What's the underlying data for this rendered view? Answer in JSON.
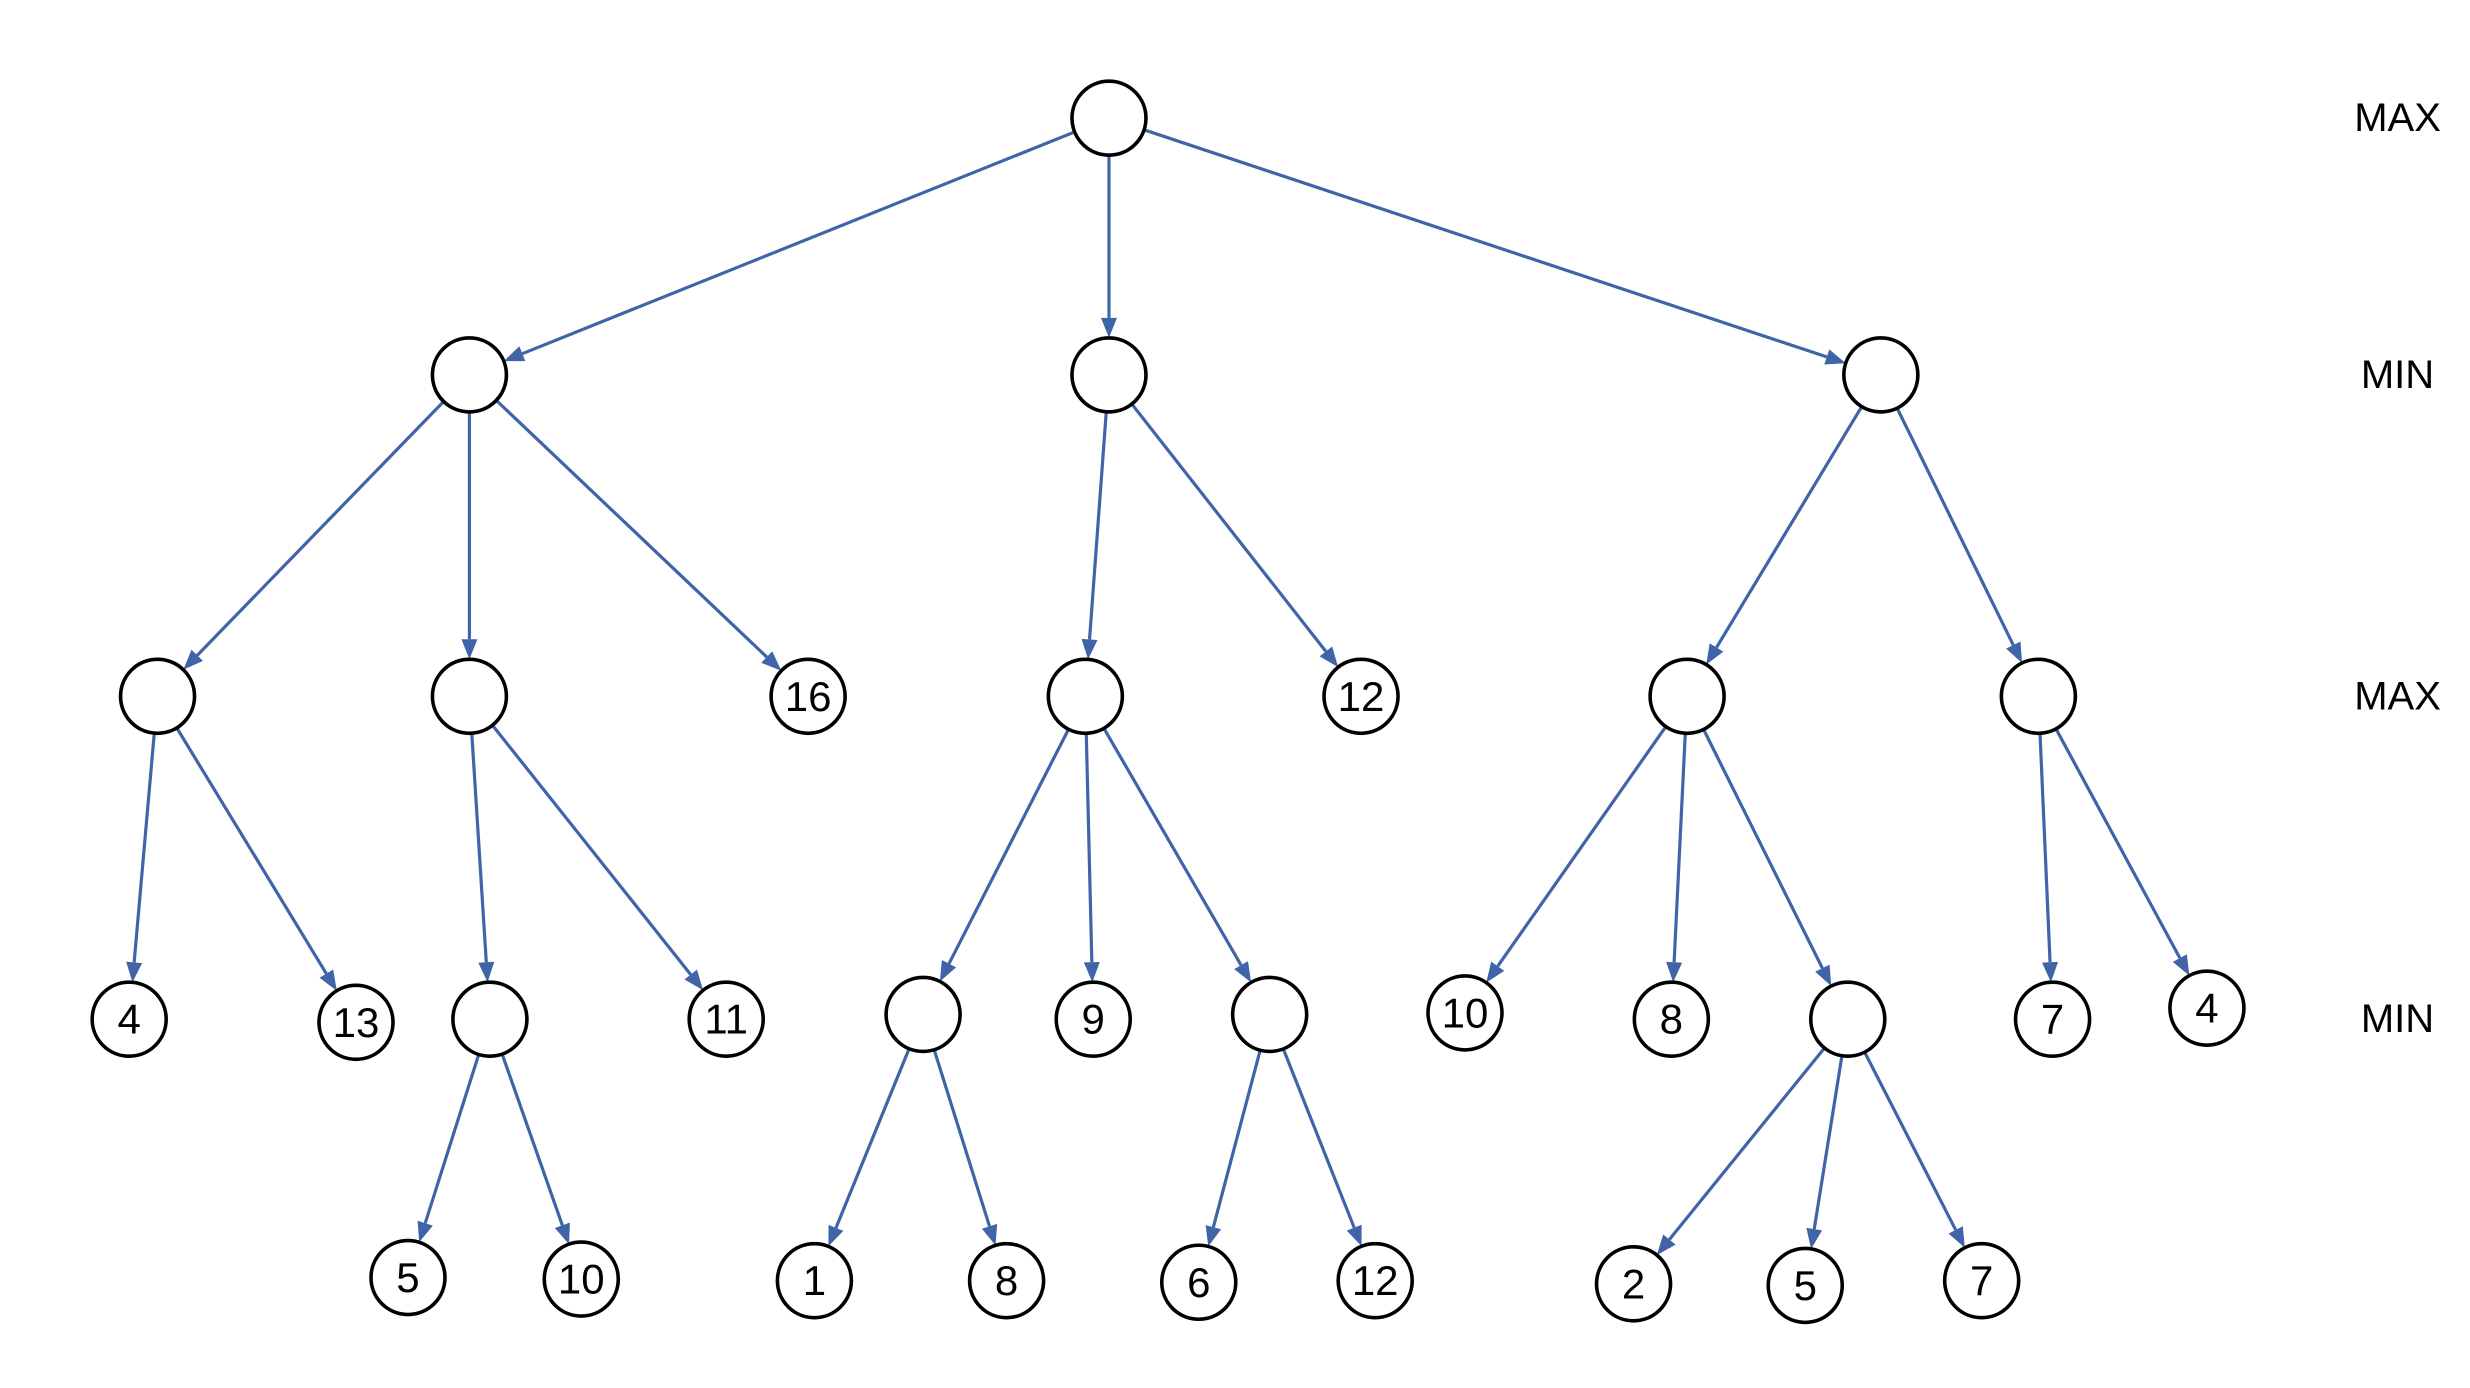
{
  "levels": [
    "MAX",
    "MIN",
    "MAX",
    "MIN"
  ],
  "nodes": [
    {
      "id": "root",
      "value": ""
    },
    {
      "id": "a",
      "value": ""
    },
    {
      "id": "b",
      "value": ""
    },
    {
      "id": "c",
      "value": ""
    },
    {
      "id": "a1",
      "value": ""
    },
    {
      "id": "a2",
      "value": ""
    },
    {
      "id": "a3",
      "value": "16"
    },
    {
      "id": "b1",
      "value": ""
    },
    {
      "id": "b2",
      "value": "12"
    },
    {
      "id": "c1",
      "value": ""
    },
    {
      "id": "c2",
      "value": ""
    },
    {
      "id": "a1x",
      "value": "4"
    },
    {
      "id": "a1y",
      "value": "13"
    },
    {
      "id": "a2x",
      "value": ""
    },
    {
      "id": "a2y",
      "value": "11"
    },
    {
      "id": "b1x",
      "value": ""
    },
    {
      "id": "b1y",
      "value": "9"
    },
    {
      "id": "b1z",
      "value": ""
    },
    {
      "id": "c1x",
      "value": "10"
    },
    {
      "id": "c1y",
      "value": "8"
    },
    {
      "id": "c1z",
      "value": ""
    },
    {
      "id": "c2x",
      "value": "7"
    },
    {
      "id": "c2y",
      "value": "4"
    },
    {
      "id": "a2xa",
      "value": "5"
    },
    {
      "id": "a2xb",
      "value": "10"
    },
    {
      "id": "b1xa",
      "value": "1"
    },
    {
      "id": "b1xb",
      "value": "8"
    },
    {
      "id": "b1za",
      "value": "6"
    },
    {
      "id": "b1zb",
      "value": "12"
    },
    {
      "id": "c1za",
      "value": "2"
    },
    {
      "id": "c1zb",
      "value": "5"
    },
    {
      "id": "c1zc",
      "value": "7"
    }
  ],
  "edges": [
    [
      "root",
      "a"
    ],
    [
      "root",
      "b"
    ],
    [
      "root",
      "c"
    ],
    [
      "a",
      "a1"
    ],
    [
      "a",
      "a2"
    ],
    [
      "a",
      "a3"
    ],
    [
      "b",
      "b1"
    ],
    [
      "b",
      "b2"
    ],
    [
      "c",
      "c1"
    ],
    [
      "c",
      "c2"
    ],
    [
      "a1",
      "a1x"
    ],
    [
      "a1",
      "a1y"
    ],
    [
      "a2",
      "a2x"
    ],
    [
      "a2",
      "a2y"
    ],
    [
      "b1",
      "b1x"
    ],
    [
      "b1",
      "b1y"
    ],
    [
      "b1",
      "b1z"
    ],
    [
      "c1",
      "c1x"
    ],
    [
      "c1",
      "c1y"
    ],
    [
      "c1",
      "c1z"
    ],
    [
      "c2",
      "c2x"
    ],
    [
      "c2",
      "c2y"
    ],
    [
      "a2x",
      "a2xa"
    ],
    [
      "a2x",
      "a2xb"
    ],
    [
      "b1x",
      "b1xa"
    ],
    [
      "b1x",
      "b1xb"
    ],
    [
      "b1z",
      "b1za"
    ],
    [
      "b1z",
      "b1zb"
    ],
    [
      "c1z",
      "c1za"
    ],
    [
      "c1z",
      "c1zb"
    ],
    [
      "c1z",
      "c1zc"
    ]
  ],
  "colors": {
    "edge": "#3f64a8",
    "node_stroke": "#000000"
  }
}
